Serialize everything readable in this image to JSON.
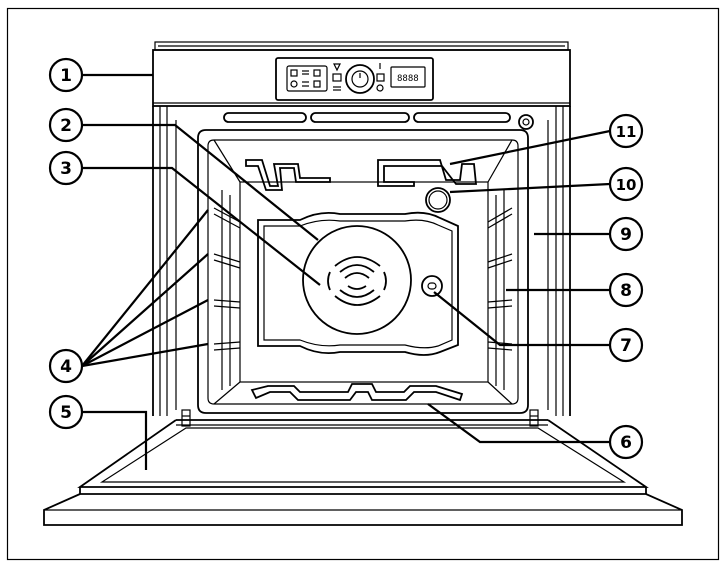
{
  "control_panel": {
    "display_readout": "8888"
  },
  "callouts": [
    {
      "label": "1"
    },
    {
      "label": "2"
    },
    {
      "label": "3"
    },
    {
      "label": "4"
    },
    {
      "label": "5"
    },
    {
      "label": "6"
    },
    {
      "label": "7"
    },
    {
      "label": "8"
    },
    {
      "label": "9"
    },
    {
      "label": "10"
    },
    {
      "label": "11"
    }
  ]
}
